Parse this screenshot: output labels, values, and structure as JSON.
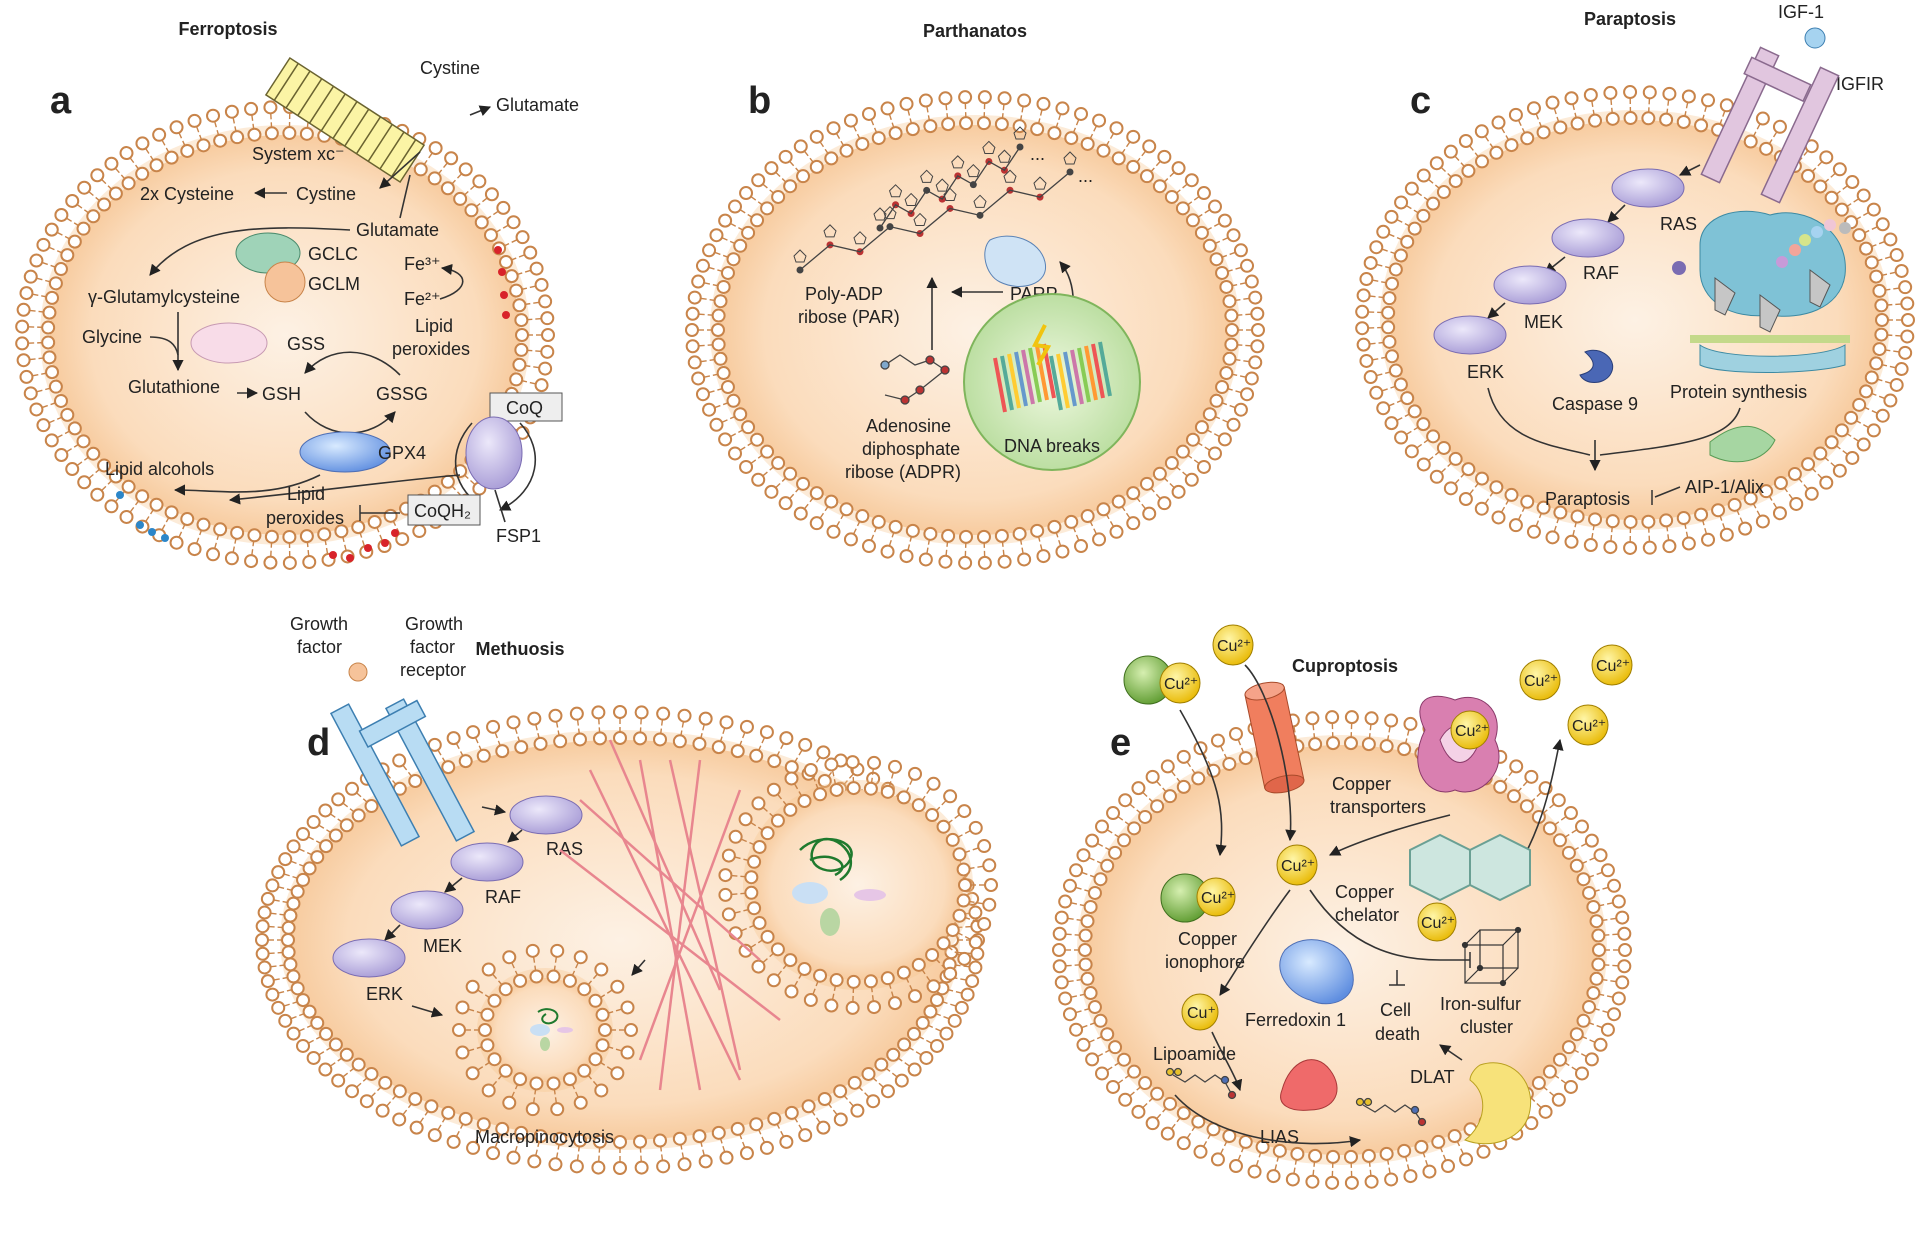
{
  "panels": {
    "a": {
      "letter": "a",
      "title": "Ferroptosis",
      "labels": {
        "cystine_top": "Cystine",
        "glutamate_top": "Glutamate",
        "system_xc": "System xc⁻",
        "two_cysteine": "2x Cysteine",
        "cystine": "Cystine",
        "glutamate": "Glutamate",
        "gclc": "GCLC",
        "gclm": "GCLM",
        "fe3": "Fe³⁺",
        "fe2": "Fe²⁺",
        "lipid_peroxides_1": "Lipid",
        "lipid_peroxides_2": "peroxides",
        "glutamylcysteine": "γ-Glutamylcysteine",
        "glycine": "Glycine",
        "gss": "GSS",
        "glutathione": "Glutathione",
        "gsh": "GSH",
        "gssg": "GSSG",
        "coq": "CoQ",
        "gpx4": "GPX4",
        "lipid_alcohols": "Lipid alcohols",
        "lipid_peroxides_b1": "Lipid",
        "lipid_peroxides_b2": "peroxides",
        "coqh2": "CoQH₂",
        "fsp1": "FSP1"
      }
    },
    "b": {
      "letter": "b",
      "title": "Parthanatos",
      "labels": {
        "ellipsis": "...",
        "par_1": "Poly-ADP",
        "par_2": "ribose (PAR)",
        "parp": "PARP",
        "adpr_1": "Adenosine",
        "adpr_2": "diphosphate",
        "adpr_3": "ribose (ADPR)",
        "dna_breaks": "DNA breaks"
      }
    },
    "c": {
      "letter": "c",
      "title": "Paraptosis",
      "labels": {
        "igf1": "IGF-1",
        "igfir": "IGFIR",
        "ras": "RAS",
        "raf": "RAF",
        "mek": "MEK",
        "erk": "ERK",
        "caspase9": "Caspase 9",
        "protein_synthesis": "Protein synthesis",
        "aip1": "AIP-1/Alix",
        "paraptosis": "Paraptosis"
      }
    },
    "d": {
      "letter": "d",
      "title": "Methuosis",
      "labels": {
        "growth_factor_1": "Growth",
        "growth_factor_2": "factor",
        "gfr_1": "Growth",
        "gfr_2": "factor",
        "gfr_3": "receptor",
        "ras": "RAS",
        "raf": "RAF",
        "mek": "MEK",
        "erk": "ERK",
        "macropinocytosis": "Macropinocytosis"
      }
    },
    "e": {
      "letter": "e",
      "title": "Cuproptosis",
      "labels": {
        "cu2": "Cu²⁺",
        "cu1": "Cu⁺",
        "copper_transporters_1": "Copper",
        "copper_transporters_2": "transporters",
        "copper_chelator_1": "Copper",
        "copper_chelator_2": "chelator",
        "copper_ionophore_1": "Copper",
        "copper_ionophore_2": "ionophore",
        "ferredoxin": "Ferredoxin 1",
        "cell_death_1": "Cell",
        "cell_death_2": "death",
        "iron_sulfur_1": "Iron-sulfur",
        "iron_sulfur_2": "cluster",
        "lipoamide": "Lipoamide",
        "dlat": "DLAT",
        "lias": "LIAS"
      }
    }
  },
  "colors": {
    "membrane": "#c8844a",
    "cytoplasm_center": "#fdeedd",
    "cytoplasm_edge": "#f7c89a",
    "enzyme_purple": "#c8c0e6",
    "enzyme_green": "#9fd3b8",
    "enzyme_orange": "#f3b98d",
    "copper_yellow": "#f3d21d"
  }
}
